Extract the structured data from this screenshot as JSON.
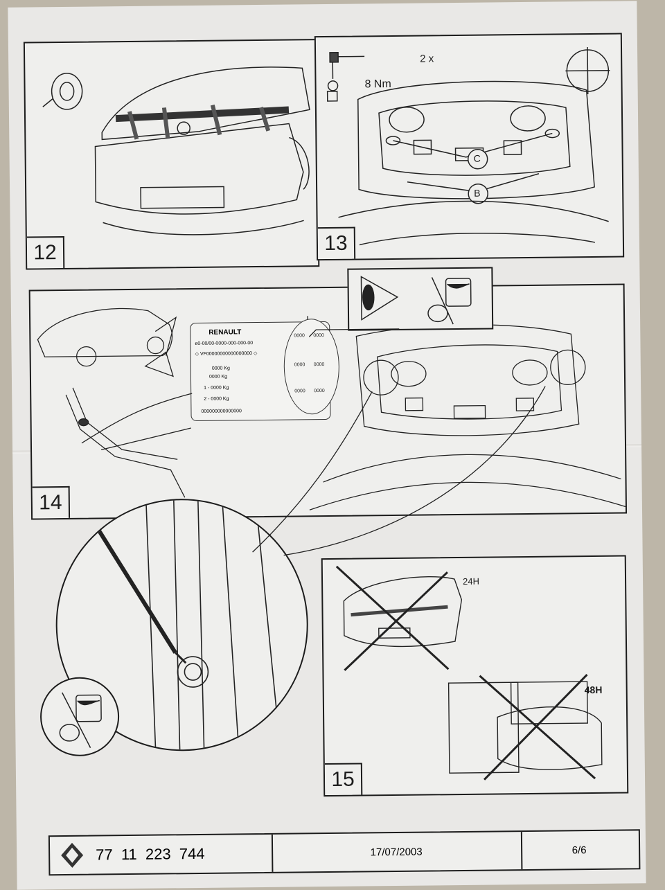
{
  "panels": {
    "p12": {
      "number": "12"
    },
    "p13": {
      "number": "13",
      "quantity": "2 x",
      "torque": "8 Nm",
      "label_c": "C",
      "label_b": "B"
    },
    "p14": {
      "number": "14",
      "plate": {
        "brand": "RENAULT",
        "lines": [
          "e0-00/00-0000-000-000-00",
          "◇ VF00000000000000000 ◇",
          "0000 Kg",
          "0000 Kg",
          "1 - 0000 Kg",
          "2 - 0000 Kg",
          "000000000000000"
        ],
        "codes": [
          "0000",
          "0000",
          "0000",
          "0000",
          "0000",
          "0000"
        ]
      }
    },
    "p15": {
      "number": "15",
      "wait_1": "24H",
      "wait_2": "48H"
    }
  },
  "footer": {
    "part_number": "77  11  223  744",
    "date": "17/07/2003",
    "page": "6/6"
  },
  "colors": {
    "ink": "#1c1c1c",
    "paper": "#efefed",
    "background": "#bdb6a8"
  }
}
